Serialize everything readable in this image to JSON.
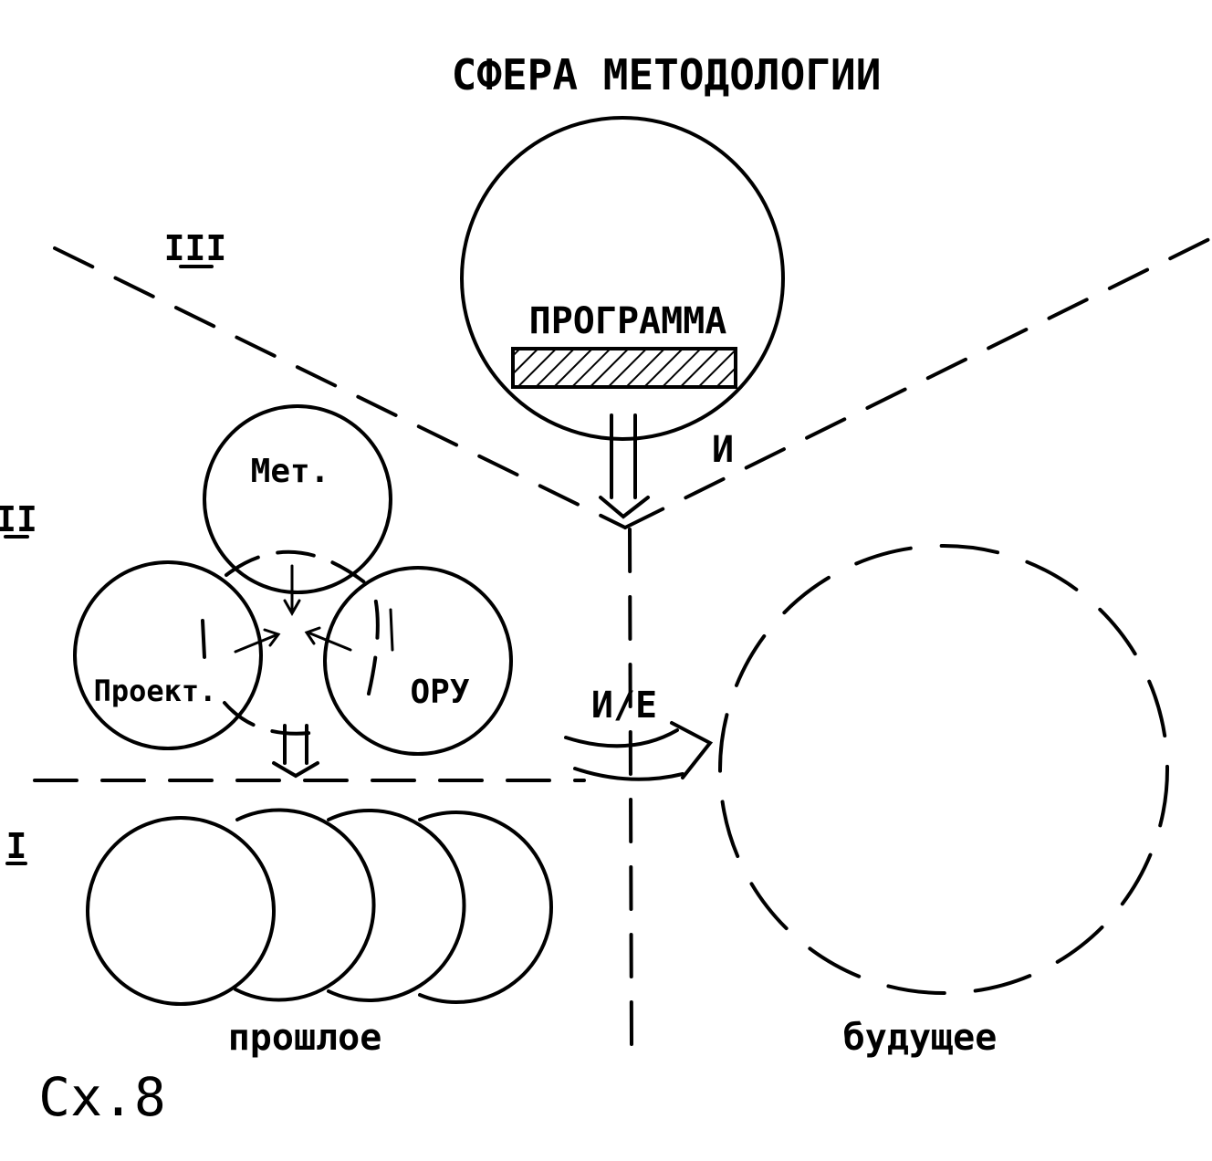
{
  "diagram": {
    "title": "СФЕРА МЕТОДОЛОГИИ",
    "program_label": "ПРОГРАММА",
    "level_labels": {
      "top": "III",
      "middle": "II",
      "bottom": "I"
    },
    "arrow_label_i": "И",
    "transition_label": "И/Е",
    "met_label": "Мет.",
    "project_label": "Проект.",
    "oru_label": "ОРУ",
    "past_label": "прошлое",
    "future_label": "будущее",
    "figure_label": "Сх.8"
  },
  "colors": {
    "ink": "#000000",
    "paper": "#ffffff"
  }
}
